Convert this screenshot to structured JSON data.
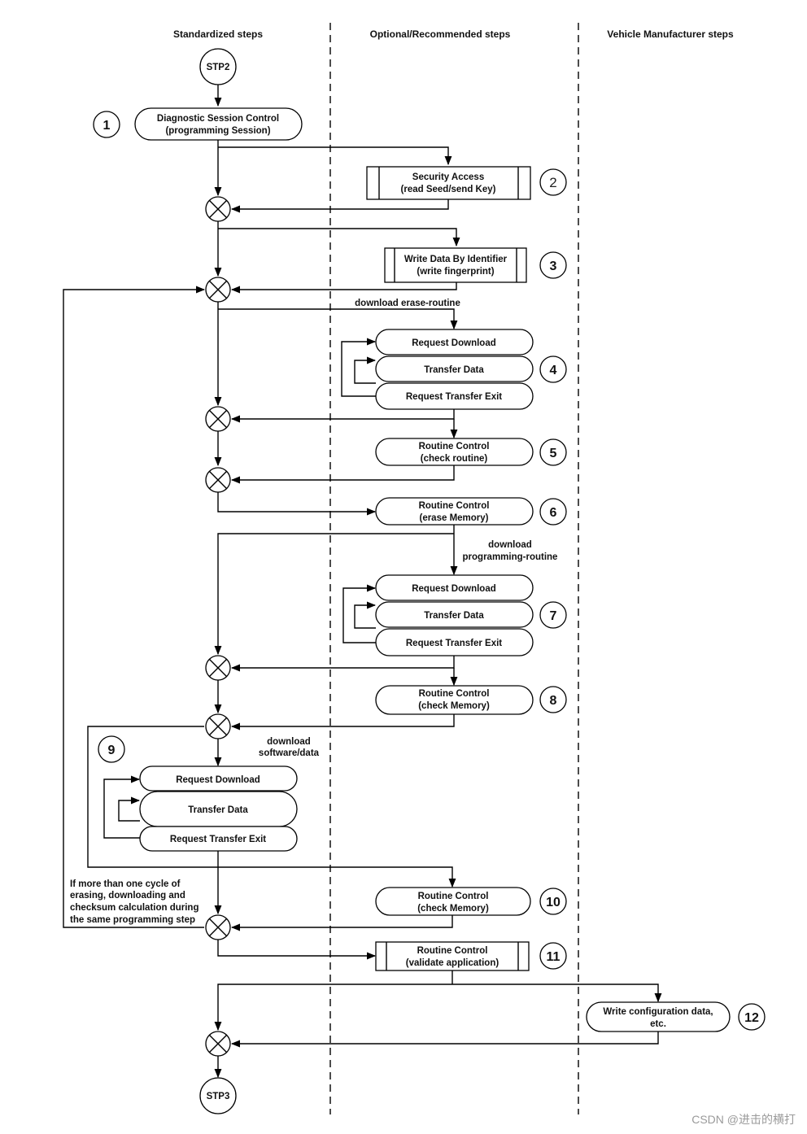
{
  "lanes": {
    "standardized": "Standardized steps",
    "optional": "Optional/Recommended steps",
    "vehicle": "Vehicle Manufacturer steps"
  },
  "terminals": {
    "start": "STP2",
    "end": "STP3"
  },
  "step_numbers": [
    "1",
    "2",
    "3",
    "4",
    "5",
    "6",
    "7",
    "8",
    "9",
    "10",
    "11",
    "12"
  ],
  "nodes": {
    "diag_session": [
      "Diagnostic Session Control",
      "(programming Session)"
    ],
    "security_access": [
      "Security Access",
      "(read Seed/send Key)"
    ],
    "write_data": [
      "Write Data By Identifier",
      "(write fingerprint)"
    ],
    "req_download_1": "Request Download",
    "transfer_data_1": "Transfer Data",
    "req_exit_1": "Request Transfer Exit",
    "routine_check_routine": [
      "Routine Control",
      "(check routine)"
    ],
    "routine_erase": [
      "Routine Control",
      "(erase Memory)"
    ],
    "req_download_2": "Request Download",
    "transfer_data_2": "Transfer Data",
    "req_exit_2": "Request Transfer Exit",
    "routine_check_memory_1": [
      "Routine Control",
      "(check Memory)"
    ],
    "req_download_3": "Request Download",
    "transfer_data_3": "Transfer Data",
    "req_exit_3": "Request Transfer Exit",
    "routine_check_memory_2": [
      "Routine Control",
      "(check Memory)"
    ],
    "routine_validate": [
      "Routine Control",
      "(validate application)"
    ],
    "write_config": [
      "Write configuration data,",
      "etc."
    ]
  },
  "annotations": {
    "download_erase": "download erase-routine",
    "download_programming": [
      "download",
      "programming-routine"
    ],
    "download_software": [
      "download",
      "software/data"
    ],
    "loop_note": [
      "If more than one cycle of",
      "erasing, downloading and",
      "checksum calculation during",
      "the same programming step"
    ]
  },
  "watermark": "CSDN @进击的横打"
}
